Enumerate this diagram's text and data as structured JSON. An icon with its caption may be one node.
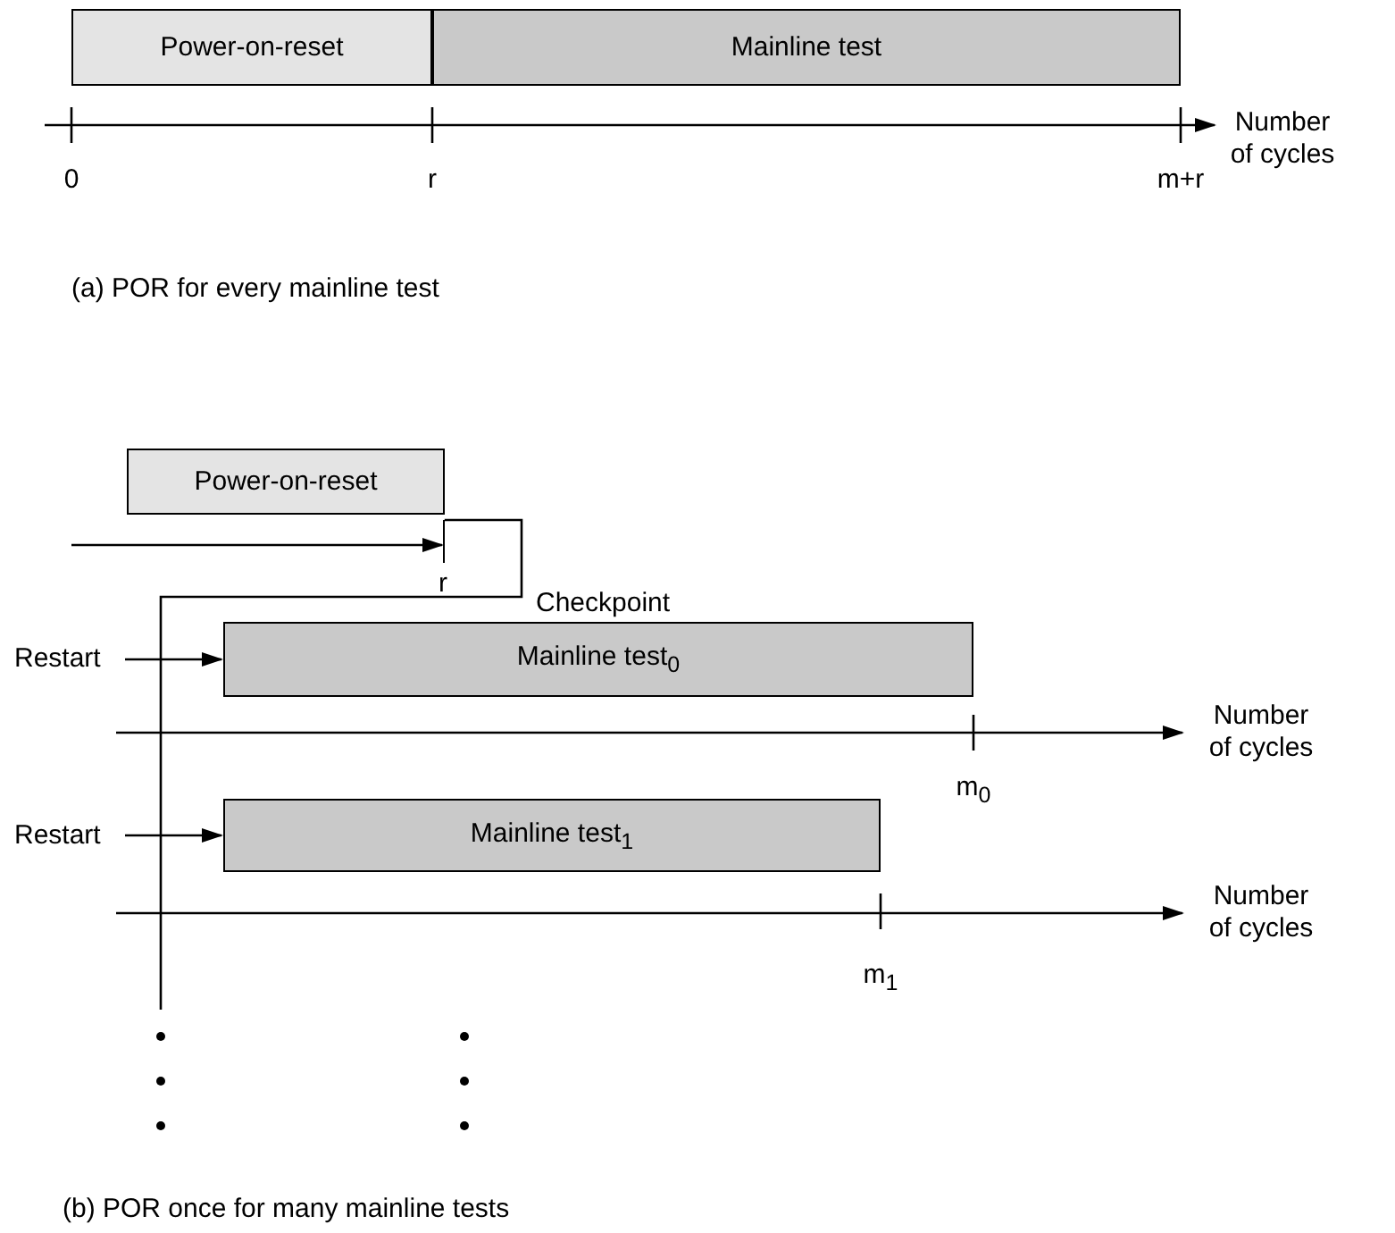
{
  "diagram": {
    "nodes": [
      {
        "text": [
          "Power-on-reset"
        ]
      },
      {
        "text": [
          "Mainline test"
        ]
      },
      {
        "text": [
          "Power-on-reset"
        ]
      },
      {
        "text": [
          "Mainline test$_{0}$"
        ]
      },
      {
        "text": [
          "Mainline test$_{1}$"
        ]
      },
      {
        "text": [
          "Restart"
        ]
      },
      {
        "text": [
          "Restart"
        ]
      },
      {
        "text": [],
        "shape": "bar"
      }
    ],
    "edges": [
      {
        "from": 5,
        "to": 3,
        "arrow": "to"
      },
      {
        "from": 6,
        "to": 4,
        "arrow": "to"
      },
      {
        "from": 7,
        "to": null,
        "arrow": "none",
        "label": "Checkpoint"
      },
      {
        "from": null,
        "to": 7,
        "arrow": "to"
      }
    ],
    "labels": [
      "Number of cycles",
      "0",
      "r",
      "m+r",
      "(a) POR for every mainline test",
      "r",
      "Number of cycles",
      "m$_{0}$",
      "Number of cycles",
      "m$_{1}$",
      "(b) POR once for many mainline tests"
    ]
  }
}
